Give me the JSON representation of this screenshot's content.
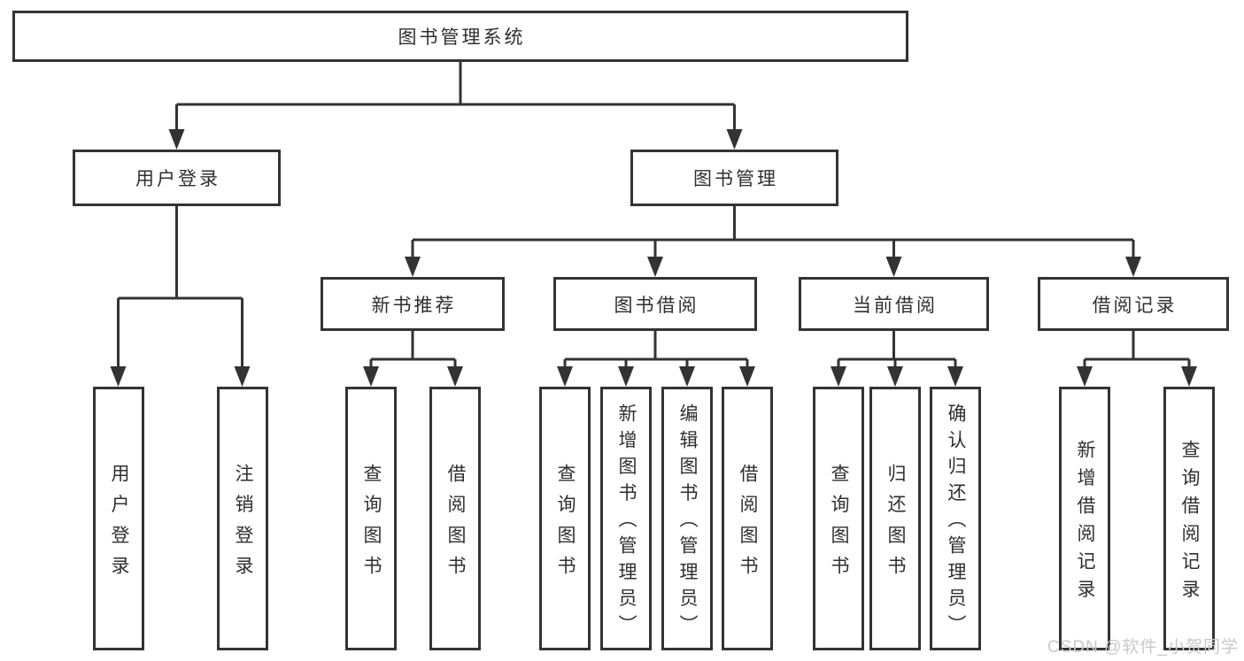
{
  "tree": {
    "root": "图书管理系统",
    "user_login": {
      "label": "用户登录",
      "leaves": [
        "用户登录",
        "注销登录"
      ]
    },
    "book_mgmt": {
      "label": "图书管理"
    },
    "new_books": {
      "label": "新书推荐",
      "leaves": [
        "查询图书",
        "借阅图书"
      ]
    },
    "book_borrow": {
      "label": "图书借阅",
      "leaves": [
        "查询图书",
        "新增图书（管理员）",
        "编辑图书（管理员）",
        "借阅图书"
      ]
    },
    "current_borrow": {
      "label": "当前借阅",
      "leaves": [
        "查询图书",
        "归还图书",
        "确认归还（管理员）"
      ]
    },
    "borrow_records": {
      "label": "借阅记录",
      "leaves": [
        "新增借阅记录",
        "查询借阅记录"
      ]
    }
  },
  "watermark": "CSDN @软件_小贺同学",
  "colors": {
    "line": "#333333",
    "text": "#2f2f2f",
    "watermark": "#c9c9c9",
    "background": "#ffffff"
  }
}
